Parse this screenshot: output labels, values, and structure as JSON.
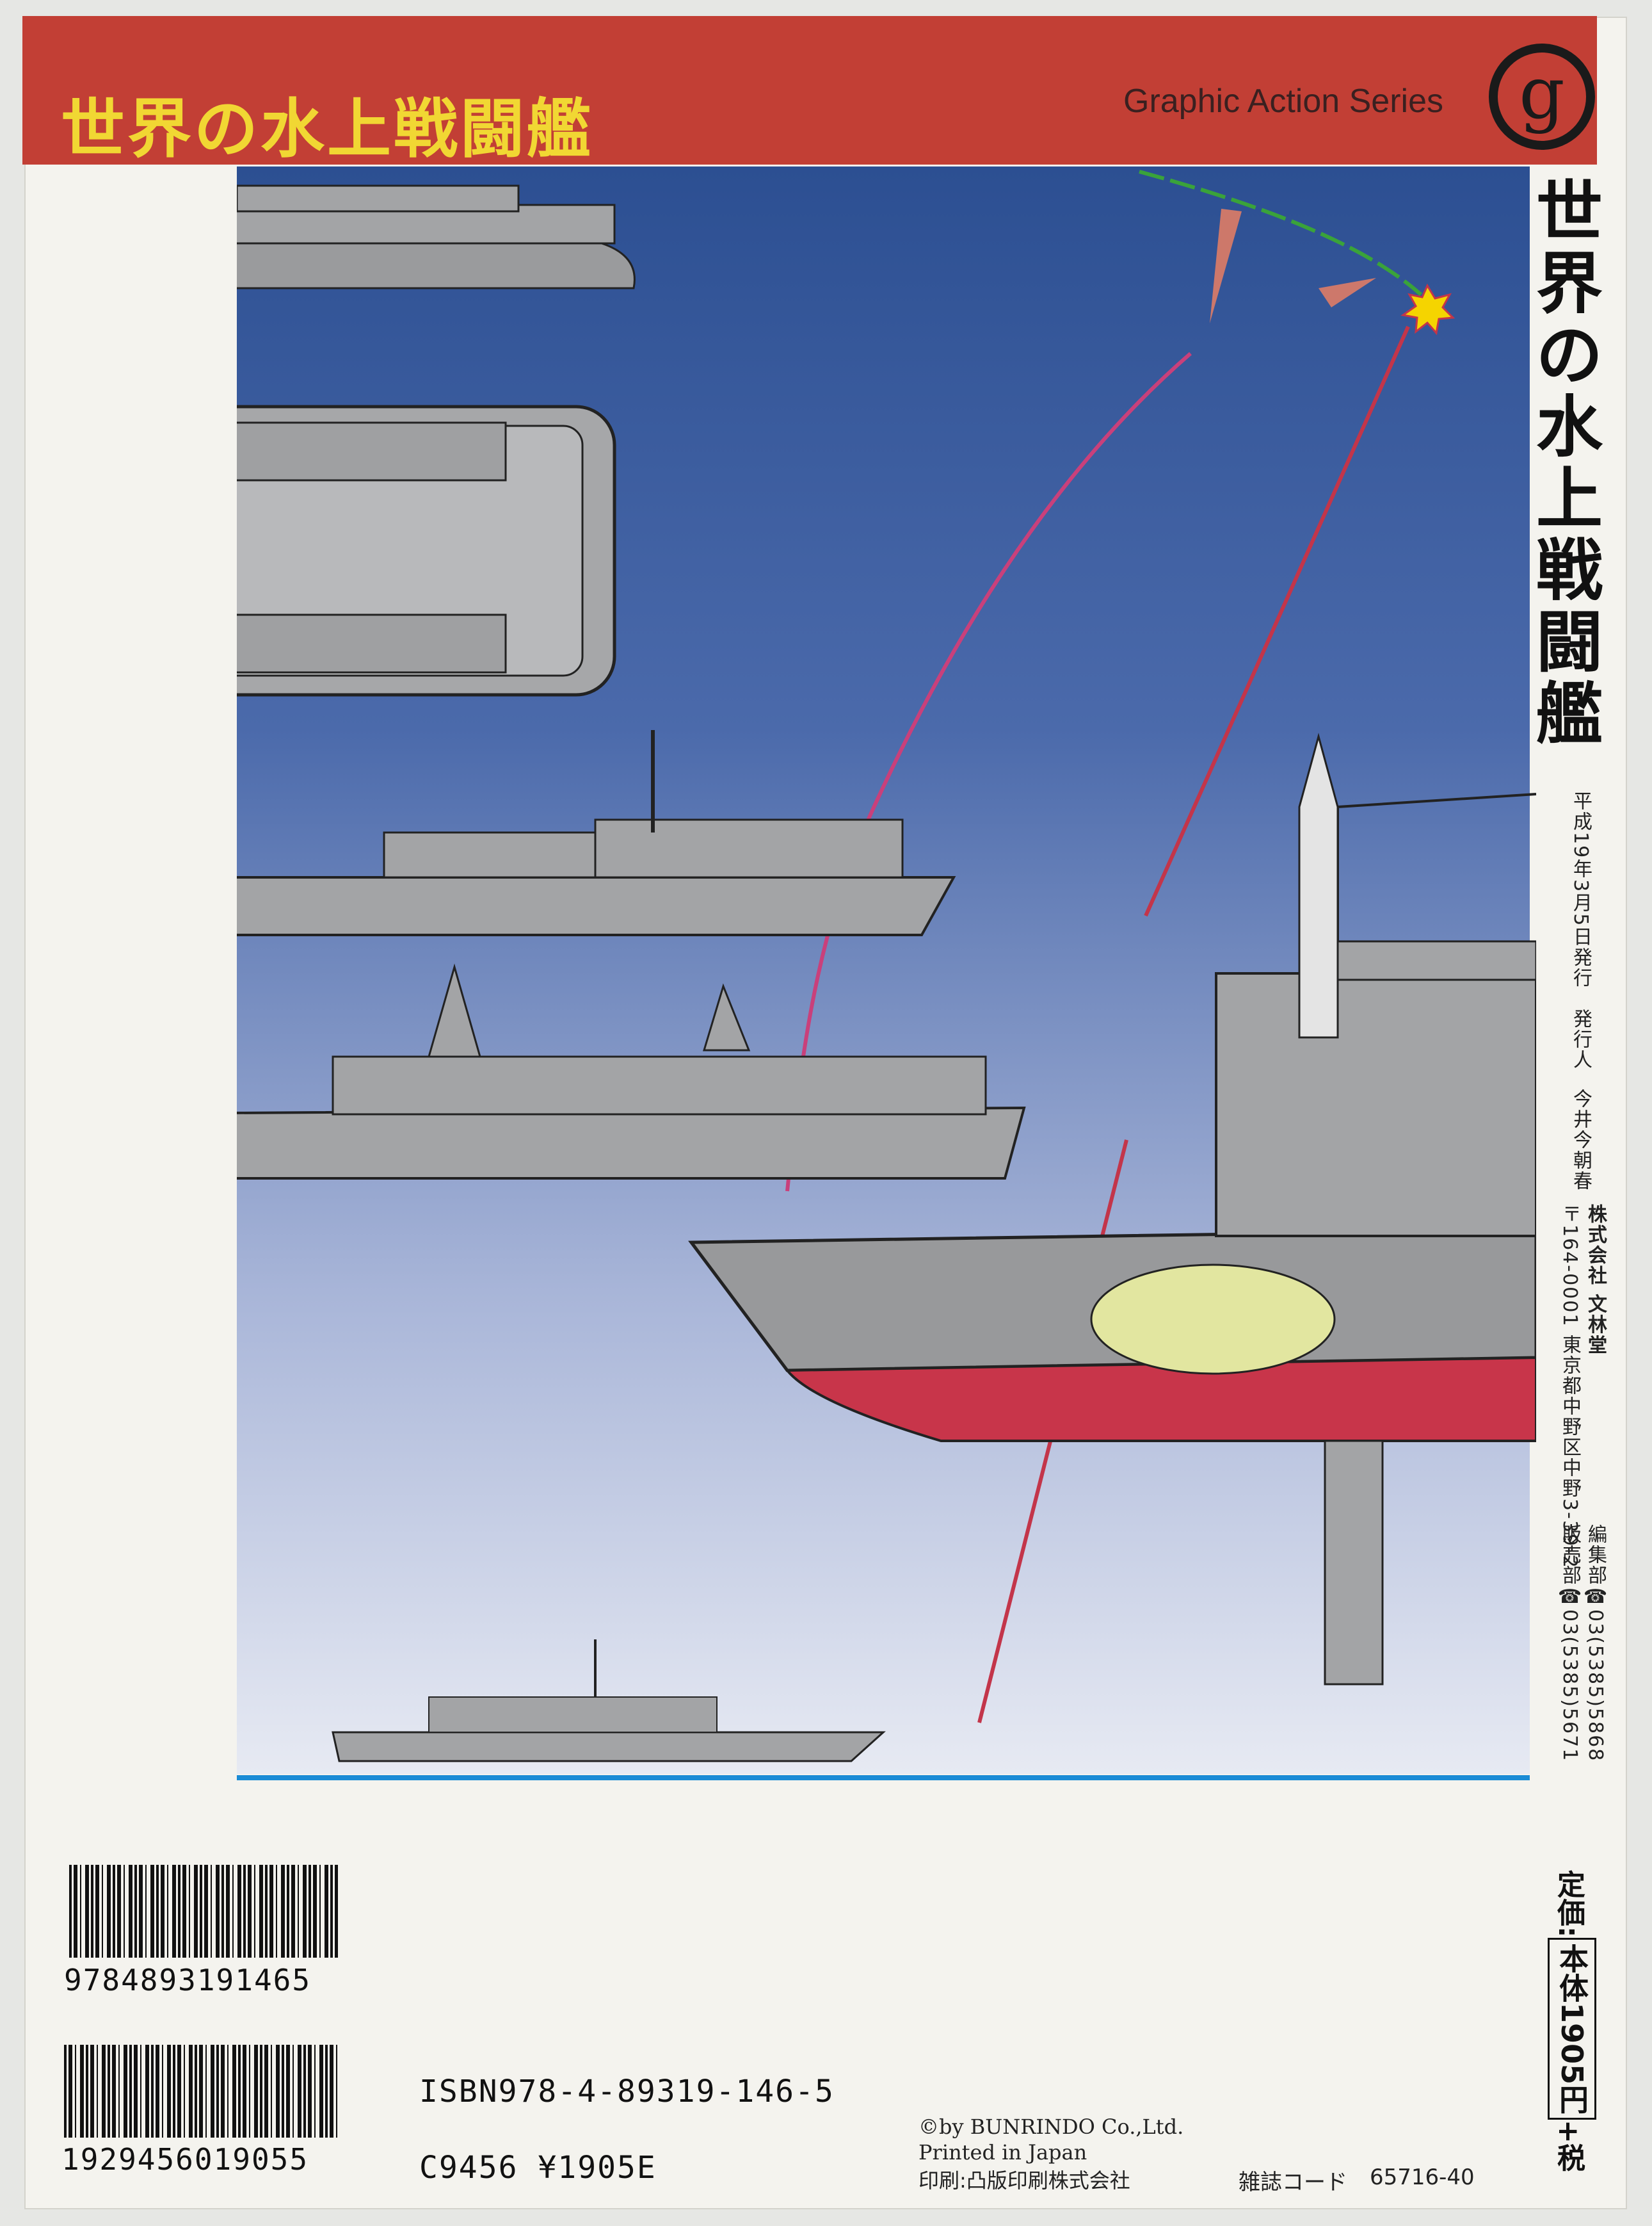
{
  "header": {
    "title": "世界の水上戦闘艦",
    "series": "Graphic Action Series",
    "logo_letter": "g"
  },
  "spine": {
    "title": "世界の水上戦闘艦",
    "date": "平成19年3月5日発行",
    "publisher_label": "発行人",
    "publisher_name": "今井今朝春",
    "company": "株式会社 文林堂",
    "address": "〒164-0001 東京都中野区中野3-39-2",
    "editorial_tel": "編集部☎03(5385)5868",
    "sales_tel": "販売部☎03(5385)5671",
    "price_label": "定価:",
    "price_value": "本体1905円",
    "tax": "+税"
  },
  "barcodes": {
    "isbn_digits": "9784893191465",
    "price_digits": "1929456019055"
  },
  "info": {
    "isbn": "ISBN978-4-89319-146-5",
    "code": "C9456 ¥1905E",
    "copyright": "©by BUNRINDO Co.,Ltd.",
    "printed": "Printed in Japan",
    "printer": "印刷:凸版印刷株式会社",
    "magazine_label": "雑誌コード",
    "magazine_code": "65716-40"
  },
  "colors": {
    "header_red": "#c23f35",
    "title_yellow": "#f1d733",
    "sky_top": "#2f5394",
    "sky_bottom": "#dfe4f0",
    "hull_gray": "#8f9294",
    "hull_red": "#c8354a",
    "sea_blue": "#1a8bd6"
  }
}
